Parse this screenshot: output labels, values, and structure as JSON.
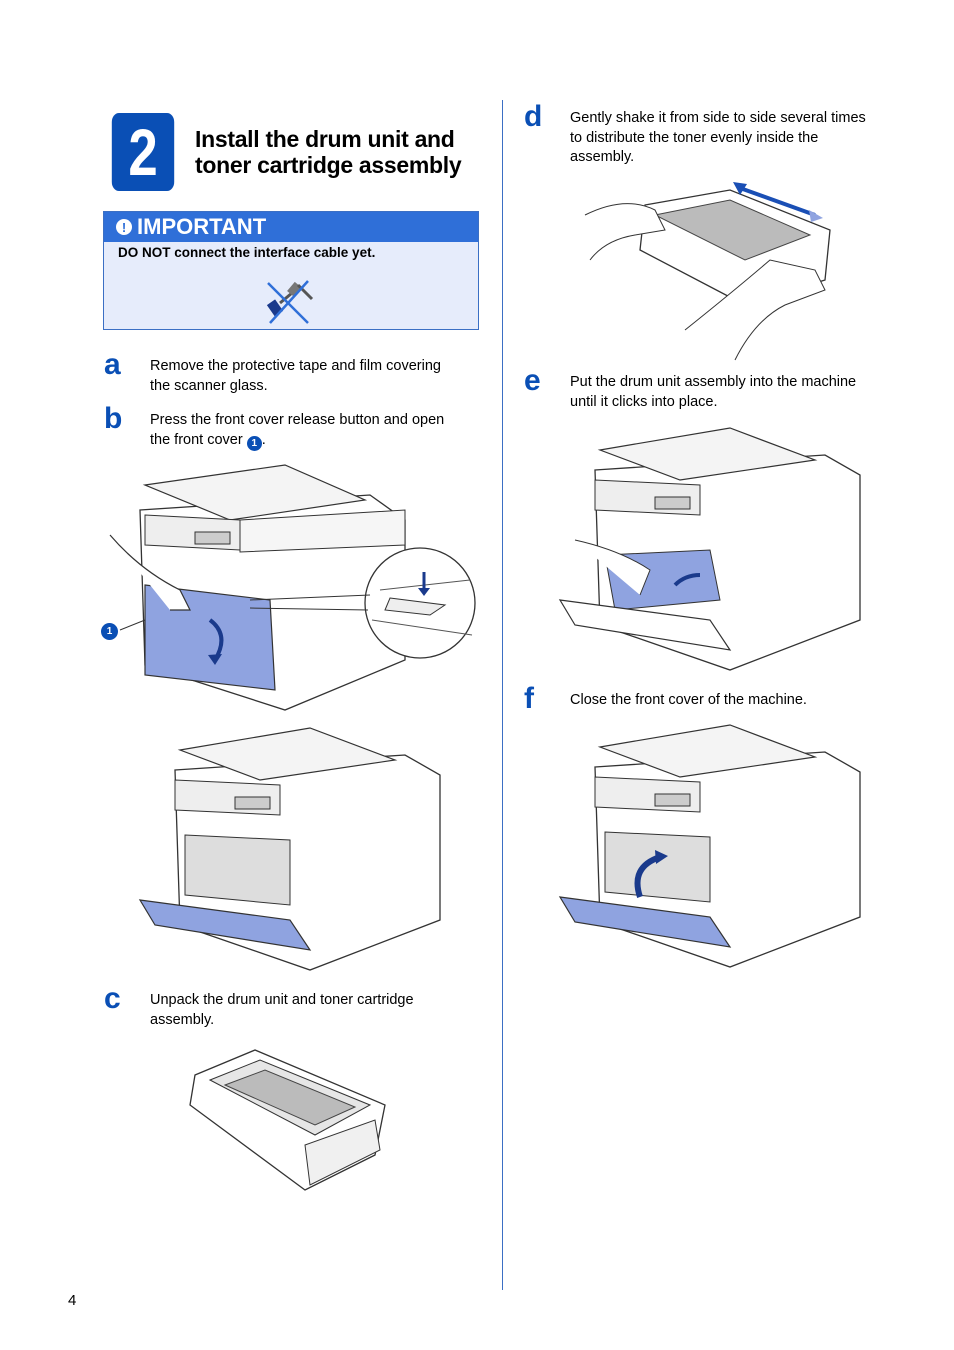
{
  "step": {
    "number": "2",
    "title_line1": "Install the drum unit and",
    "title_line2": "toner cartridge assembly"
  },
  "important": {
    "header": "IMPORTANT",
    "text": "DO NOT connect the interface cable yet.",
    "icon": "no-cable-icon"
  },
  "steps": {
    "a": {
      "letter": "a",
      "text_line1": "Remove the protective tape and film covering",
      "text_line2": "the scanner glass."
    },
    "b": {
      "letter": "b",
      "text_line1": "Press the front cover release button and open",
      "text_line2": "the front cover",
      "callout": "1",
      "text_end": "."
    },
    "c": {
      "letter": "c",
      "text_line1": "Unpack the drum unit and toner cartridge",
      "text_line2": "assembly."
    },
    "d": {
      "letter": "d",
      "text_line1": "Gently shake it from side to side several times",
      "text_line2": "to distribute the toner evenly inside the",
      "text_line3": "assembly."
    },
    "e": {
      "letter": "e",
      "text_line1": "Put the drum unit assembly into the machine",
      "text_line2": "until it clicks into place."
    },
    "f": {
      "letter": "f",
      "text_line1": "Close the front cover of the machine."
    }
  },
  "figure_b_callout": "1",
  "page_number": "4",
  "colors": {
    "accent": "#0a4fb5",
    "important_bg": "#e6ecfb",
    "important_header": "#2f6fd8",
    "cover_blue": "#8fa3e0"
  }
}
